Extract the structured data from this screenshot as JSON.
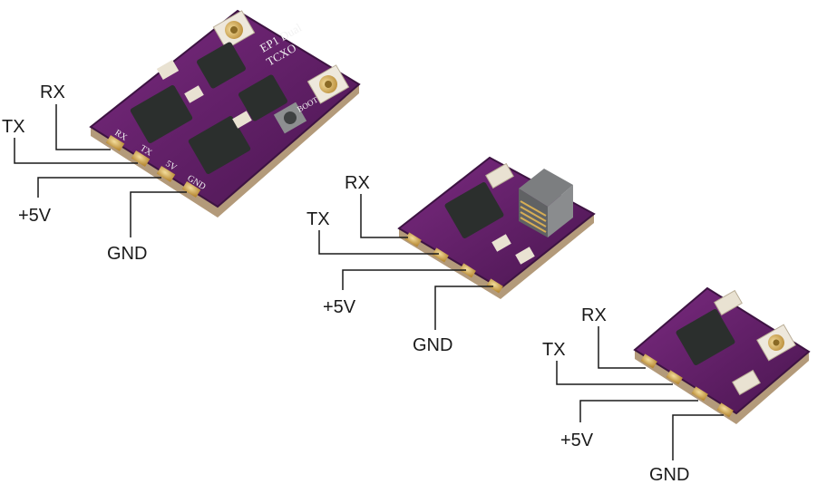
{
  "modules": [
    {
      "id": "module-large",
      "board_text": {
        "line1": "EP1 Dual",
        "line2": "TCXO",
        "boot": "BOOT"
      },
      "pads_text": {
        "rx": "RX",
        "tx": "TX",
        "v5": "5V",
        "gnd": "GND"
      },
      "labels": {
        "rx": "RX",
        "tx": "TX",
        "v5": "+5V",
        "gnd": "GND"
      }
    },
    {
      "id": "module-medium",
      "labels": {
        "rx": "RX",
        "tx": "TX",
        "v5": "+5V",
        "gnd": "GND"
      }
    },
    {
      "id": "module-small",
      "labels": {
        "rx": "RX",
        "tx": "TX",
        "v5": "+5V",
        "gnd": "GND"
      }
    }
  ],
  "colors": {
    "pcb": "#5a1f5e",
    "pcb_edge": "#3d1342",
    "gold": "#c9a24e",
    "chip": "#2b2f2d",
    "leader_line": "#1a1a1a"
  }
}
